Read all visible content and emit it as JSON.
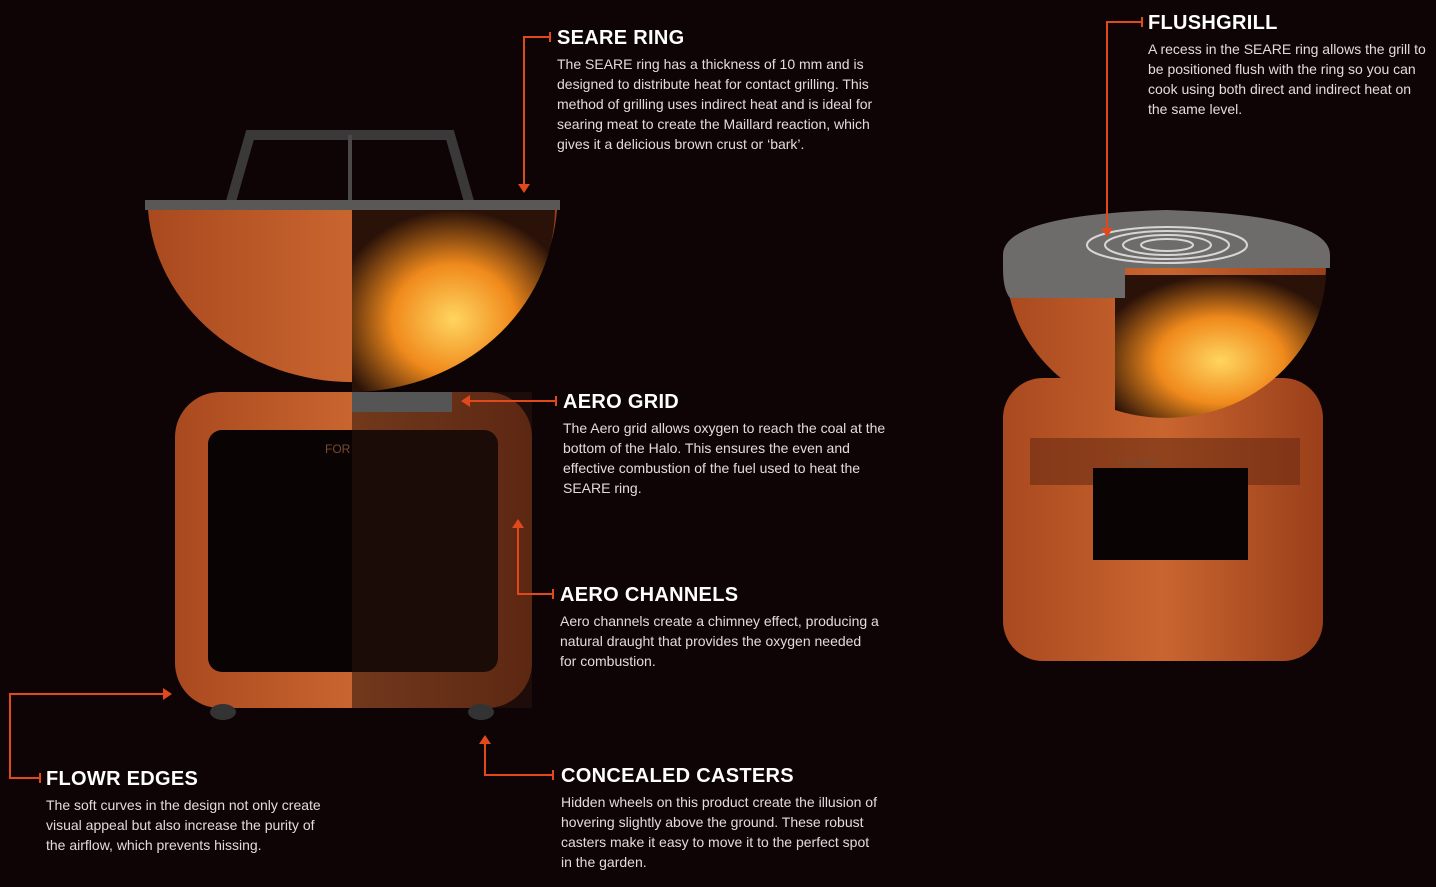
{
  "colors": {
    "background": "#0e0406",
    "accent": "#e0491c",
    "corten": "#b8582a"
  },
  "illustrations": {
    "left_brand": "FORNO",
    "right_brand": "FORNO"
  },
  "callouts": {
    "seare_ring": {
      "title": "SEARE RING",
      "body": "The SEARE ring has a thickness of 10 mm and is designed to distribute heat for contact grilling. This method of grilling uses indirect heat and is ideal for searing meat to create the Maillard reaction, which gives it a delicious brown crust or ‘bark’."
    },
    "flushgrill": {
      "title": "FLUSHGRILL",
      "body": "A recess in the SEARE ring allows the grill to be positioned flush with the ring so you can cook using both direct and indirect heat on the same level."
    },
    "aero_grid": {
      "title": "AERO GRID",
      "body": "The Aero grid allows oxygen to reach the coal at the bottom of the Halo. This ensures the even and effective combustion of the fuel used to heat the SEARE ring."
    },
    "aero_channels": {
      "title": "AERO CHANNELS",
      "body": "Aero channels create a chimney effect, producing a natural draught that provides the oxygen needed for combustion."
    },
    "flowr_edges": {
      "title": "FLOWR EDGES",
      "body": "The soft curves in the design not only create visual appeal but also increase the purity of the airflow, which prevents hissing."
    },
    "concealed_casters": {
      "title": "CONCEALED CASTERS",
      "body": "Hidden wheels on this product create the illusion of hovering slightly above the ground. These robust casters make it easy to move it to the perfect spot in the garden."
    }
  }
}
